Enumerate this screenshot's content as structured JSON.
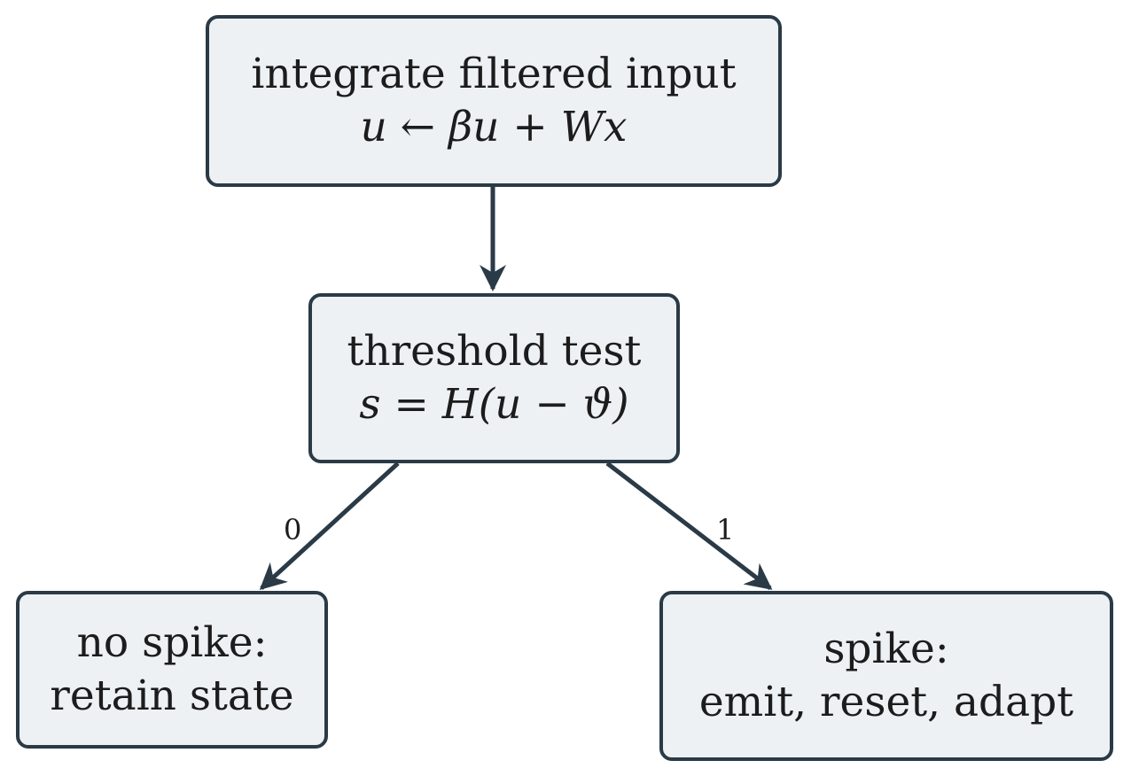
{
  "colors": {
    "node_fill": "#edf1f4",
    "node_border": "#2a3a46",
    "edge": "#2a3a46"
  },
  "nodes": {
    "integrate": {
      "title": "integrate filtered input",
      "formula": "u ← βu + Wx"
    },
    "threshold": {
      "title": "threshold test",
      "formula": "s = H(u − ϑ)"
    },
    "no_spike": {
      "line1": "no spike:",
      "line2": "retain state"
    },
    "spike": {
      "line1": "spike:",
      "line2": "emit, reset, adapt"
    }
  },
  "edges": {
    "integrate_to_threshold": {
      "label": ""
    },
    "threshold_to_no_spike": {
      "label": "0"
    },
    "threshold_to_spike": {
      "label": "1"
    }
  }
}
